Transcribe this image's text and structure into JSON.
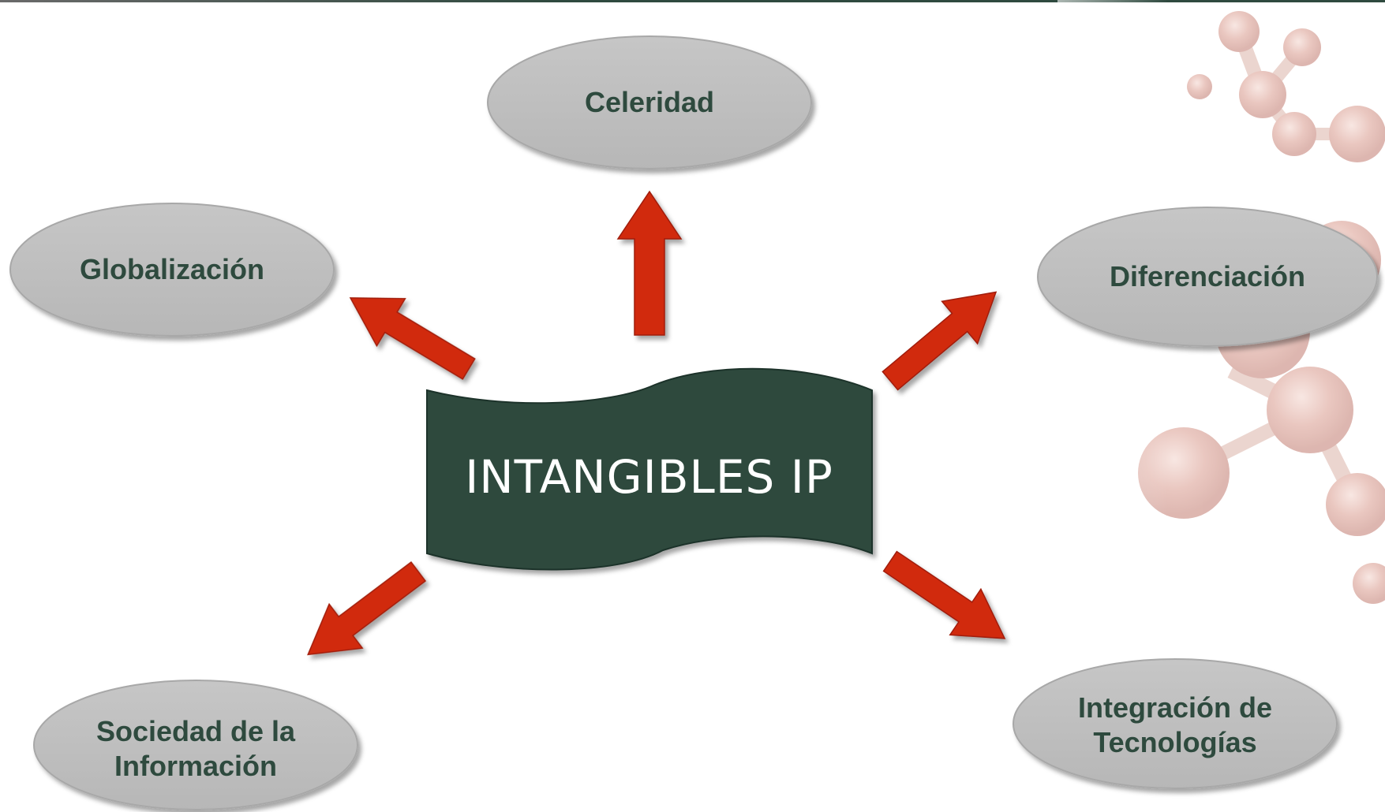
{
  "center": {
    "label": "INTANGIBLES IP"
  },
  "nodes": {
    "celeridad": "Celeridad",
    "globalizacion": "Globalización",
    "diferenciacion": "Diferenciación",
    "sociedad_line1": "Sociedad de la",
    "sociedad_line2": "Información",
    "integracion_line1": "Integración de",
    "integracion_line2": "Tecnologías"
  },
  "colors": {
    "banner": "#2d4a3e",
    "arrow": "#d12a10",
    "ellipse": "#bfbfbf",
    "node_text": "#2e4a3e"
  }
}
